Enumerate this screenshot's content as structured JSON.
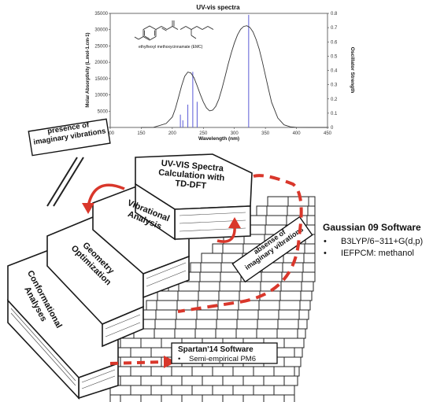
{
  "chart_data": {
    "type": "line",
    "title": "UV-vis spectra",
    "xlabel": "Wavelength (nm)",
    "ylabel": "Molar Absorptivity (L.mol-1.cm-1)",
    "y2label": "Oscillator Strength",
    "xlim": [
      100,
      450
    ],
    "ylim": [
      0,
      35000
    ],
    "y2lim": [
      0,
      0.8
    ],
    "x_ticks": [
      100,
      150,
      200,
      250,
      300,
      350,
      400,
      450
    ],
    "y_ticks": [
      0,
      5000,
      10000,
      15000,
      20000,
      25000,
      30000,
      35000
    ],
    "y2_ticks": [
      0,
      0.1,
      0.2,
      0.3,
      0.4,
      0.5,
      0.6,
      0.7,
      0.8
    ],
    "y2_tick_labels": [
      "0",
      "0.1",
      "0.2",
      "0.3",
      "0.4",
      "0.5",
      "0.6",
      "0.7",
      "0.8"
    ],
    "molecule_label": "ethylhexyl methoxycinnamate (EMC)",
    "curve_color": "#333333",
    "stick_color": "#5a5ad6",
    "spectrum": {
      "x": [
        150,
        170,
        190,
        200,
        205,
        210,
        215,
        220,
        225,
        230,
        235,
        240,
        245,
        250,
        255,
        260,
        265,
        270,
        275,
        280,
        285,
        290,
        295,
        300,
        305,
        310,
        315,
        320,
        325,
        330,
        335,
        340,
        345,
        350,
        355,
        360,
        370,
        380,
        390,
        400,
        420,
        450
      ],
      "y": [
        0,
        50,
        1200,
        3200,
        5800,
        9200,
        12800,
        15700,
        17000,
        16700,
        15200,
        12800,
        10200,
        7800,
        6000,
        5100,
        5300,
        6500,
        8700,
        11900,
        15600,
        19400,
        22900,
        25900,
        28400,
        30100,
        31000,
        31200,
        30700,
        29300,
        27000,
        24000,
        20200,
        16000,
        11700,
        7700,
        2900,
        800,
        200,
        30,
        0,
        0
      ]
    },
    "sticks": [
      {
        "x": 213,
        "f": 0.09
      },
      {
        "x": 217,
        "f": 0.05
      },
      {
        "x": 225,
        "f": 0.16
      },
      {
        "x": 233,
        "f": 0.39
      },
      {
        "x": 240,
        "f": 0.18
      },
      {
        "x": 323,
        "f": 0.79
      }
    ]
  },
  "diagram": {
    "steps": {
      "conformational": "Conformational\nAnalyses",
      "geometry": "Geometry\nOptimization",
      "vibrational": "Vibrational\nAnalysis",
      "uvvis": "UV-VIS Spectra\nCalculation with\nTD-DFT"
    },
    "presence_box": "presence of\nimaginary vibrations",
    "absence_box": "absense of\nimaginary vibrations",
    "gaussian": {
      "title": "Gaussian 09 Software",
      "items": [
        "B3LYP/6−311+G(d,p)",
        "IEFPCM: methanol"
      ]
    },
    "spartan": {
      "title": "Spartan'14 Software",
      "items": [
        "Semi-empirical PM6"
      ]
    },
    "bullet": "•",
    "colors": {
      "arrow_red": "#d9372b",
      "ink": "#111111"
    }
  }
}
